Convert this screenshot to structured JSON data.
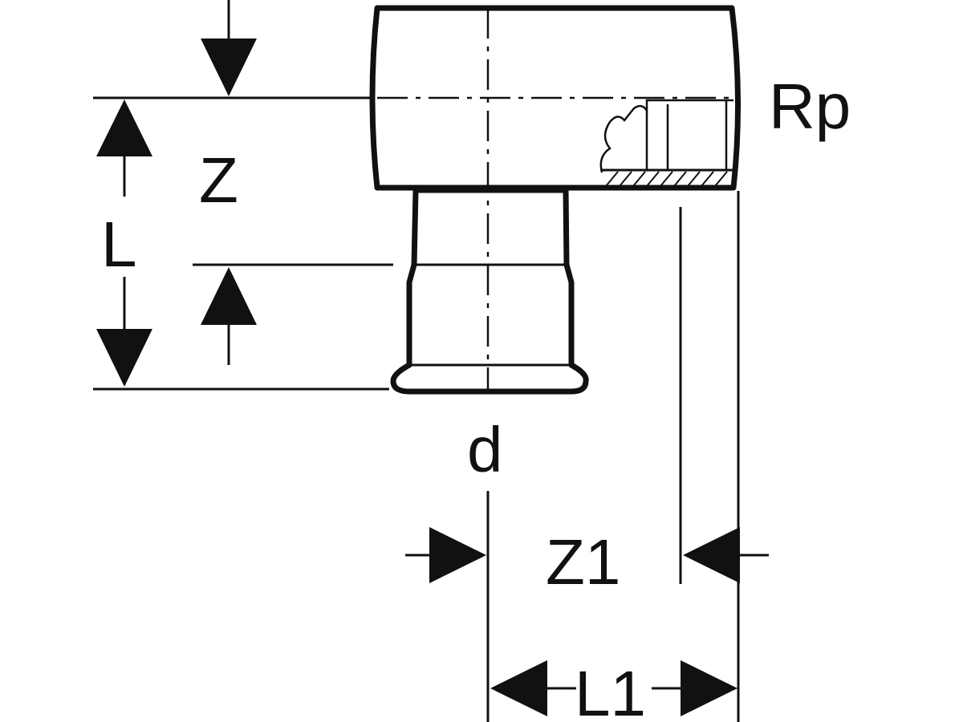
{
  "labels": {
    "rp": "Rp",
    "z": "Z",
    "l": "L",
    "d": "d",
    "z1": "Z1",
    "l1": "L1"
  },
  "colors": {
    "line": "#111111",
    "background": "#ffffff"
  }
}
